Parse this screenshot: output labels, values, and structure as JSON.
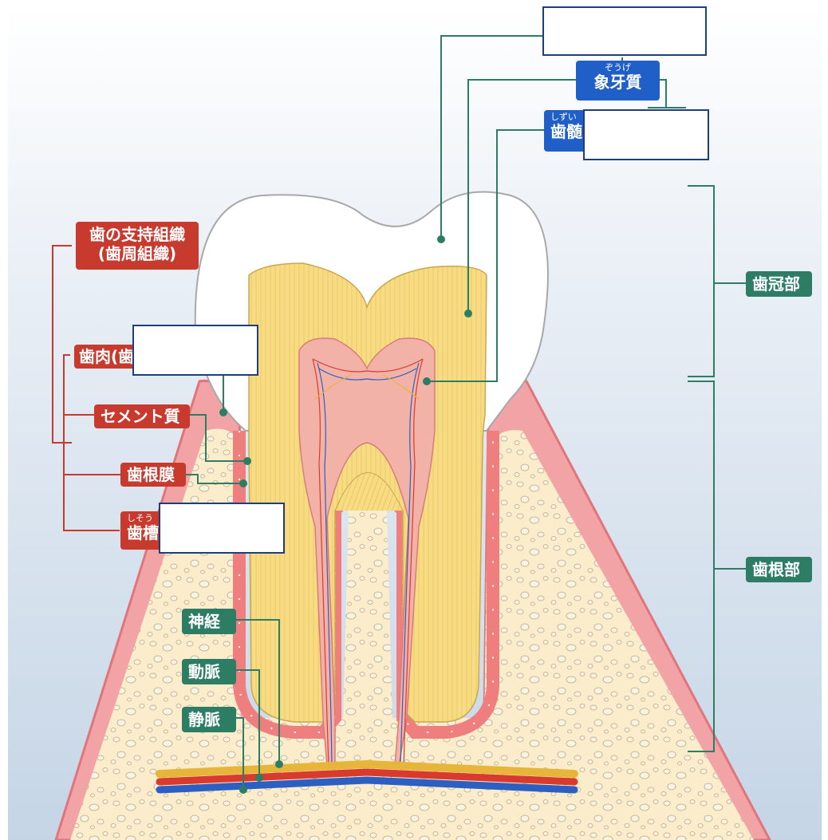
{
  "labels": {
    "support_tissue_line1": "歯の支持組織",
    "support_tissue_line2": "(歯周組織)",
    "gingiva": "歯肉(歯",
    "cementum": "セメント質",
    "periodontal_ligament": "歯根膜",
    "alveolar_bone_ruby": "しそう",
    "alveolar_bone": "歯槽",
    "dentin_ruby": "ぞうげ",
    "dentin": "象牙質",
    "pulp_ruby": "しずい",
    "pulp": "歯髄",
    "crown": "歯冠部",
    "root": "歯根部",
    "nerve": "神経",
    "artery": "動脈",
    "vein": "静脈"
  },
  "colors": {
    "background_top": "#ffffff",
    "background_bottom": "#c5d5e6",
    "gum": "#f2a3a6",
    "gum_edge": "#e0757c",
    "bone": "#fbeccc",
    "dentin": "#f7dc83",
    "pulp": "#f3b2a8",
    "enamel": "#ffffff",
    "red_label": "#c8392e",
    "blue_label": "#1f5fc7",
    "green_label": "#2c7d64",
    "artery": "#d93a2e",
    "vein": "#2d5fc2",
    "nerve": "#e6b53a"
  }
}
